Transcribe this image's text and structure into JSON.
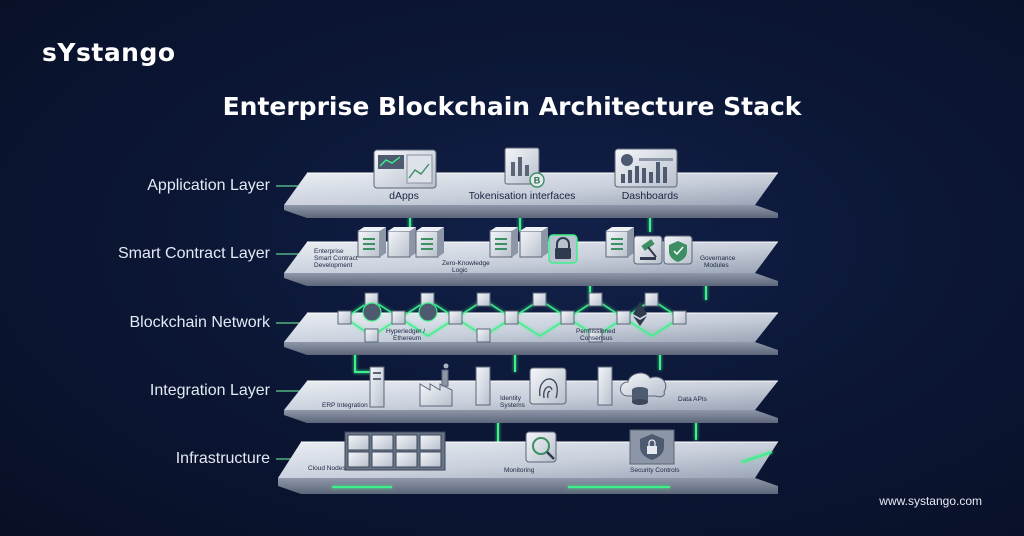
{
  "brand": {
    "logo": "sYstango",
    "url": "www.systango.com"
  },
  "title": "Enterprise Blockchain Architecture Stack",
  "colors": {
    "accent": "#3ef08a",
    "background": "#0b1530",
    "platform": "#c9d1de"
  },
  "layers": [
    {
      "name": "Application Layer",
      "items": [
        "dApps",
        "Tokenisation interfaces",
        "Dashboards"
      ]
    },
    {
      "name": "Smart Contract Layer",
      "items": [
        "Enterprise Smart Contract Development",
        "Zero-Knowledge Logic",
        "Governance Modules"
      ]
    },
    {
      "name": "Blockchain Network",
      "items": [
        "Hyperledger / Ethereum",
        "Permissioned Consensus"
      ]
    },
    {
      "name": "Integration Layer",
      "items": [
        "ERP Integration",
        "Identity Systems",
        "Data APIs"
      ]
    },
    {
      "name": "Infrastructure",
      "items": [
        "Cloud Nodes",
        "Monitoring",
        "Security Controls"
      ]
    }
  ],
  "icons": [
    "chart-icon",
    "token-icon",
    "dashboard-icon",
    "contract-block-icon",
    "lock-icon",
    "gavel-icon",
    "shield-icon",
    "node-cube-icon",
    "ethereum-icon",
    "server-icon",
    "factory-icon",
    "fingerprint-icon",
    "cloud-database-icon",
    "server-rack-icon",
    "chip-magnifier-icon",
    "shield-lock-icon"
  ]
}
